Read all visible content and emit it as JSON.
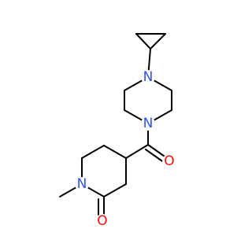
{
  "molecule": {
    "atoms": [
      {
        "id": "n_pip_top",
        "element": "N",
        "color": "#3050F8"
      },
      {
        "id": "n_pip_bottom",
        "element": "N",
        "color": "#3050F8"
      },
      {
        "id": "o_carbonyl",
        "element": "O",
        "color": "#FF0D0D"
      },
      {
        "id": "n_lactam",
        "element": "N",
        "color": "#3050F8"
      },
      {
        "id": "o_lactam",
        "element": "O",
        "color": "#FF0D0D"
      }
    ],
    "bond_color": "#000000"
  }
}
